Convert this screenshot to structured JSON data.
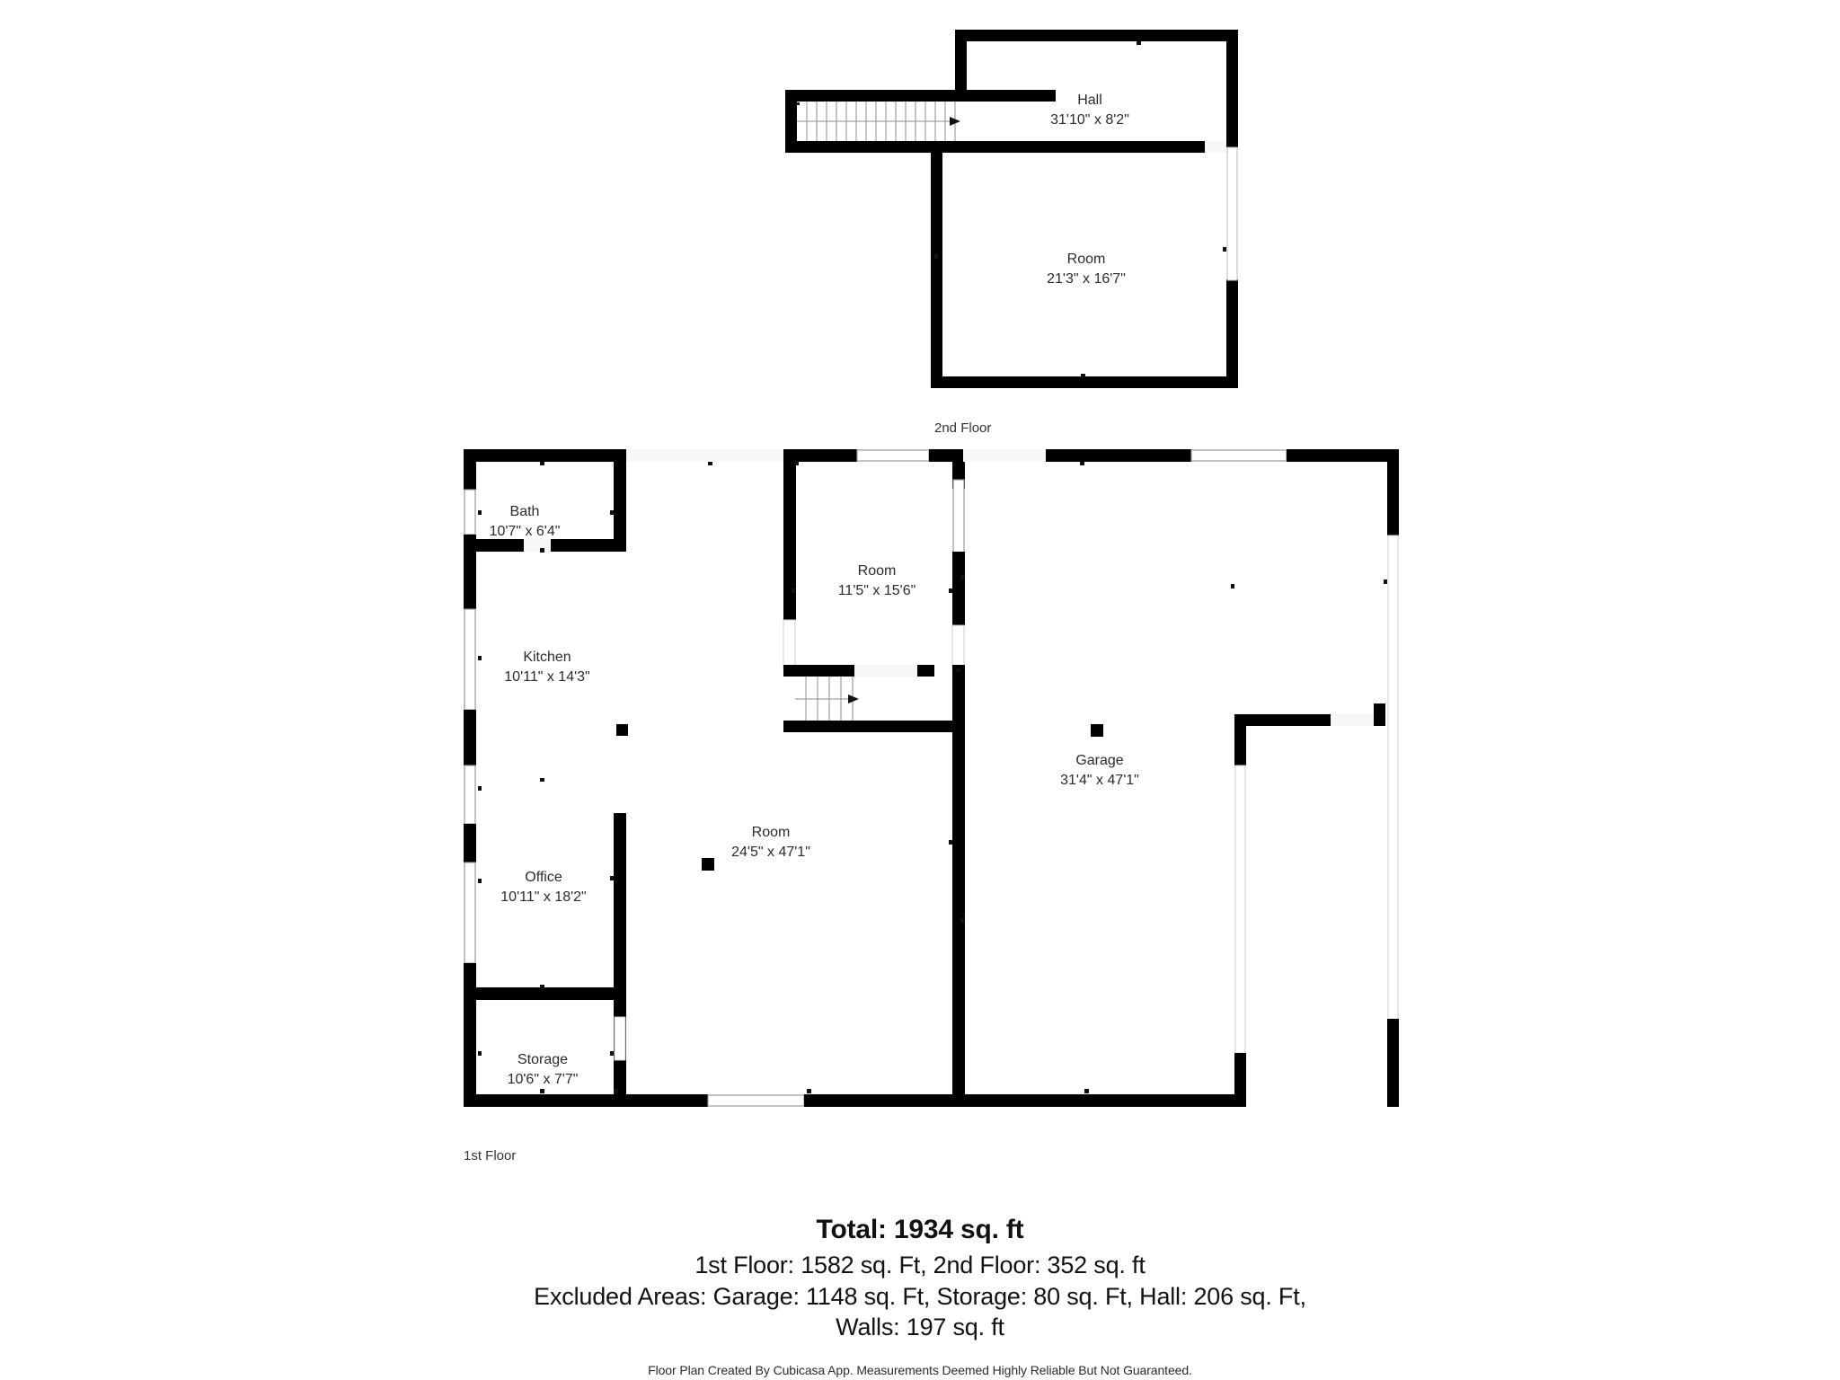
{
  "document": {
    "type": "floor-plan",
    "title": "Residential Floor Plan"
  },
  "floors": [
    {
      "id": "second-floor",
      "label": "2nd Floor",
      "rooms": [
        {
          "id": "hall",
          "name": "Hall",
          "dimensions": "31'10\" x 8'2\""
        },
        {
          "id": "room-2f",
          "name": "Room",
          "dimensions": "21'3\" x 16'7\""
        }
      ]
    },
    {
      "id": "first-floor",
      "label": "1st Floor",
      "rooms": [
        {
          "id": "bath",
          "name": "Bath",
          "dimensions": "10'7\" x 6'4\""
        },
        {
          "id": "kitchen",
          "name": "Kitchen",
          "dimensions": "10'11\" x 14'3\""
        },
        {
          "id": "office",
          "name": "Office",
          "dimensions": "10'11\" x 18'2\""
        },
        {
          "id": "storage",
          "name": "Storage",
          "dimensions": "10'6\" x 7'7\""
        },
        {
          "id": "room-upper-center",
          "name": "Room",
          "dimensions": "11'5\" x 15'6\""
        },
        {
          "id": "room-main",
          "name": "Room",
          "dimensions": "24'5\" x 47'1\""
        },
        {
          "id": "garage",
          "name": "Garage",
          "dimensions": "31'4\" x 47'1\""
        }
      ]
    }
  ],
  "summary": {
    "total": "Total: 1934 sq. ft",
    "floors_line": "1st Floor: 1582 sq. Ft, 2nd Floor: 352 sq. ft",
    "excluded_line_1": "Excluded Areas: Garage: 1148 sq. Ft, Storage: 80 sq. Ft, Hall: 206 sq. Ft,",
    "excluded_line_2": "Walls: 197 sq. ft",
    "credit": "Floor Plan Created By Cubicasa App. Measurements Deemed Highly Reliable But Not Guaranteed."
  },
  "colors": {
    "wall": "#000000",
    "background": "#ffffff",
    "opening": "#f7f7f7",
    "window_frame": "#9a9a9a",
    "stair_line": "#8c8c8c",
    "text": "#2b2b2b"
  }
}
